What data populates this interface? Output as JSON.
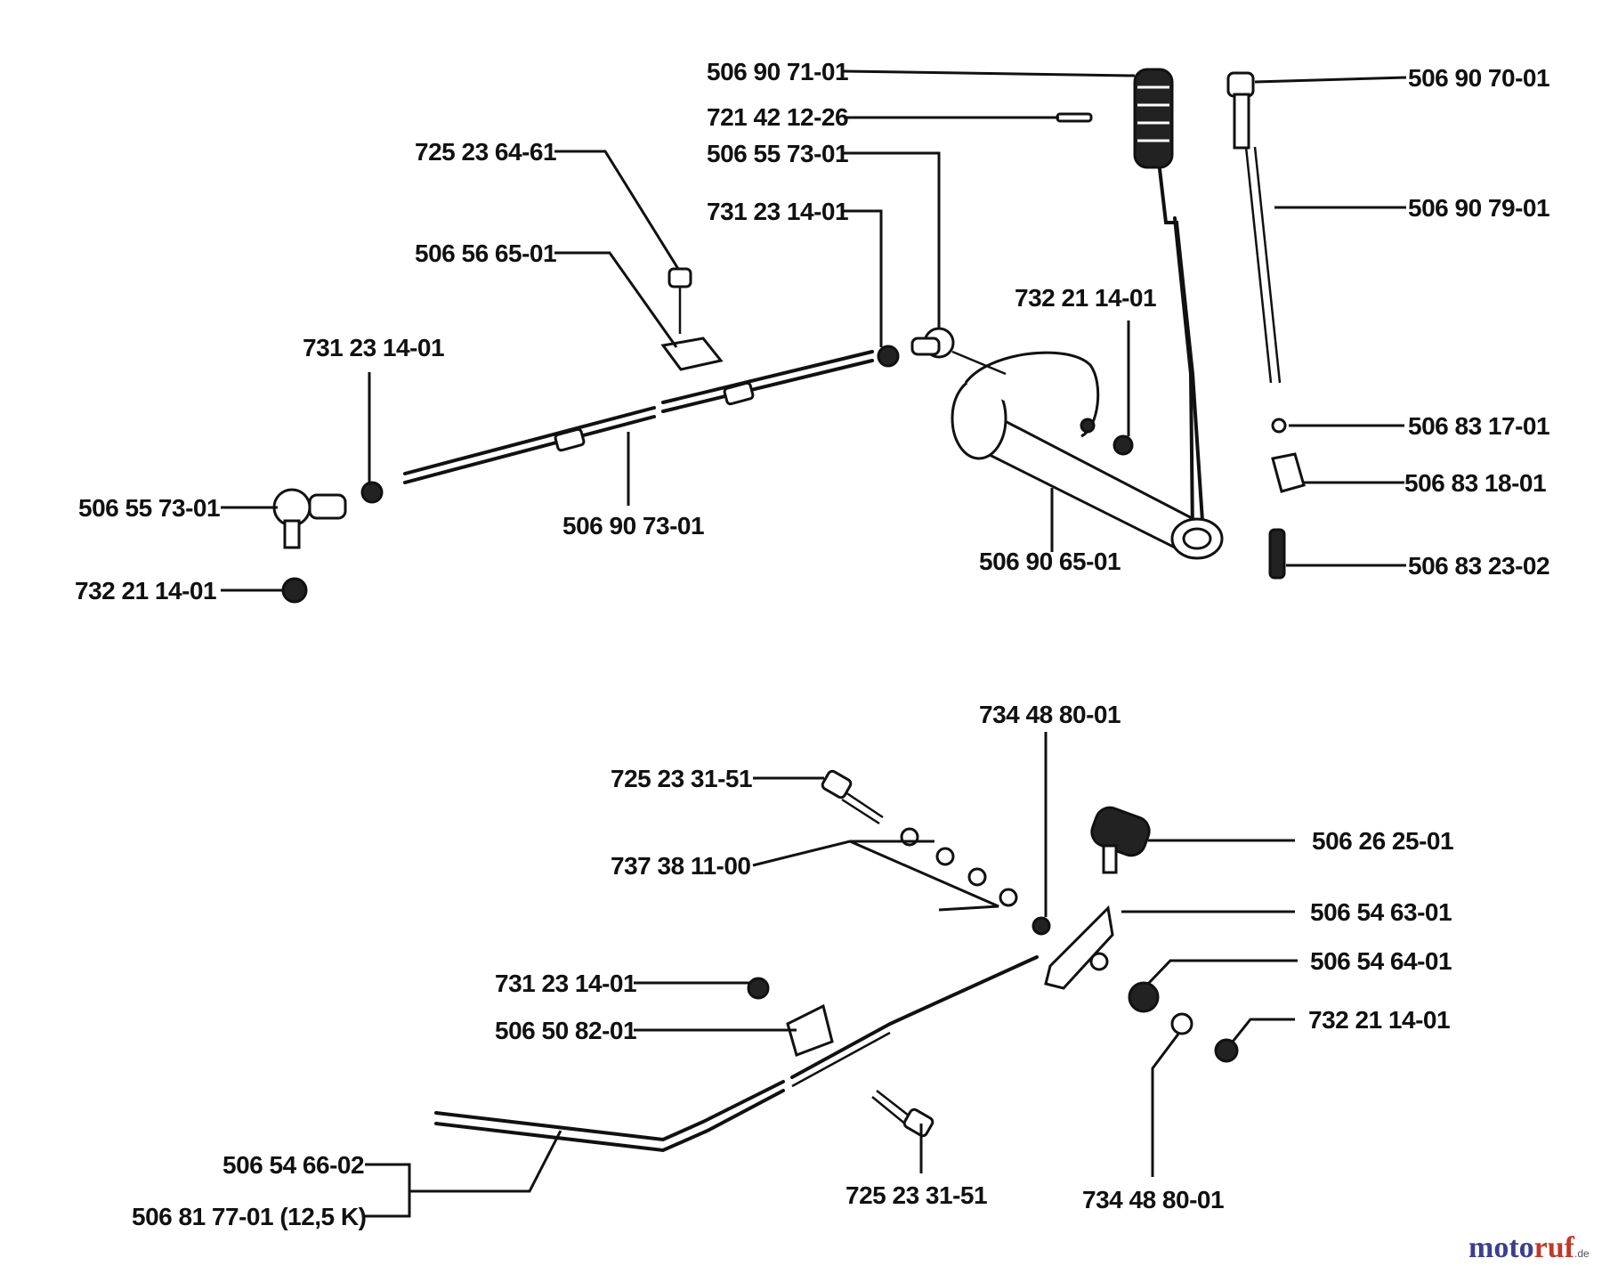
{
  "labels": [
    "506 90 71-01",
    "721 42 12-26",
    "506 55 73-01",
    "731 23 14-01",
    "725 23 64-61",
    "506 56 65-01",
    "731 23 14-01",
    "506 55 73-01",
    "732 21 14-01",
    "506 90 73-01",
    "732 21 14-01",
    "506 90 65-01",
    "506 90 70-01",
    "506 90 79-01",
    "506 83 17-01",
    "506 83 18-01",
    "506 83 23-02",
    "734 48 80-01",
    "725 23 31-51",
    "737 38 11-00",
    "506 26 25-01",
    "506 54 63-01",
    "506 54 64-01",
    "731 23 14-01",
    "506 50 82-01",
    "732 21 14-01",
    "506 54 66-02",
    "506 81 77-01 (12,5 K)",
    "725 23 31-51",
    "734 48 80-01"
  ],
  "watermark": {
    "part1": "moto",
    "part2": "ruf",
    "suffix": ".de"
  }
}
